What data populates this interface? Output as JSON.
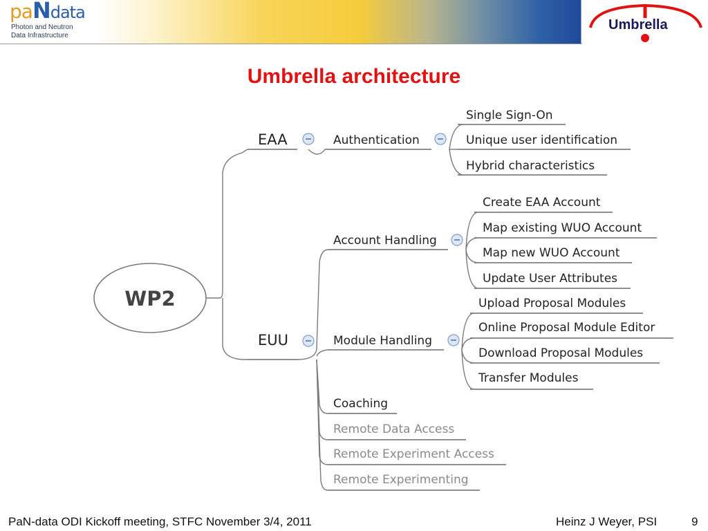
{
  "header": {
    "logo_word": "pa",
    "logo_n": "N",
    "logo_rest": "data",
    "logo_line1": "Photon and Neutron",
    "logo_line2": "Data Infrastructure",
    "umbrella_logo": "Umbrella"
  },
  "title": "Umbrella architecture",
  "diagram": {
    "root": "WP2",
    "eaa": "EAA",
    "euu": "EUU",
    "authentication": "Authentication",
    "auth_children": [
      "Single Sign-On",
      "Unique user identification",
      "Hybrid characteristics"
    ],
    "account_handling": "Account Handling",
    "account_children": [
      "Create EAA Account",
      "Map existing WUO Account",
      "Map new WUO Account",
      "Update User Attributes"
    ],
    "module_handling": "Module Handling",
    "module_children": [
      "Upload Proposal Modules",
      "Online Proposal Module Editor",
      "Download Proposal Modules",
      "Transfer Modules"
    ],
    "coaching": "Coaching",
    "remote_items": [
      "Remote Data Access",
      "Remote Experiment Access",
      "Remote Experimenting"
    ],
    "collapse_glyph": "−"
  },
  "footer": {
    "left": "PaN-data ODI Kickoff meeting, STFC November 3/4, 2011",
    "right": "Heinz J Weyer, PSI",
    "page": "9"
  },
  "colors": {
    "title": "#e01212",
    "collapse_fill": "#dde7f5",
    "collapse_stroke": "#7f9cc8"
  }
}
